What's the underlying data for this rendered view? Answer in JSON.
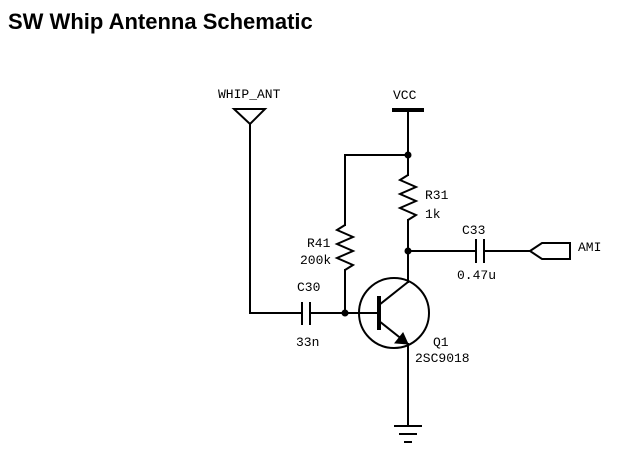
{
  "title": "SW Whip Antenna Schematic",
  "labels": {
    "antenna": "WHIP_ANT",
    "power": "VCC",
    "output": "AMI",
    "ground": ""
  },
  "components": {
    "r31": {
      "ref": "R31",
      "value": "1k"
    },
    "r41": {
      "ref": "R41",
      "value": "200k"
    },
    "c30": {
      "ref": "C30",
      "value": "33n"
    },
    "c33": {
      "ref": "C33",
      "value": "0.47u"
    },
    "q1": {
      "ref": "Q1",
      "value": "2SC9018"
    }
  }
}
